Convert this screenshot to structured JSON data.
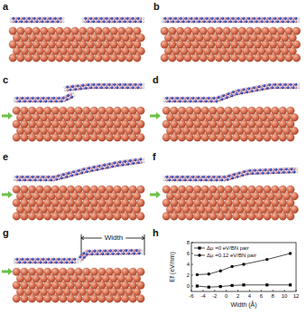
{
  "diagram": {
    "labels": [
      "a",
      "b",
      "c",
      "d",
      "e",
      "f",
      "g",
      "Width",
      "h",
      "0",
      "2",
      "4",
      "6",
      "8",
      "-6",
      "-4",
      "-2",
      "0",
      "2",
      "4",
      "6",
      "8",
      "10",
      "12",
      "Ef (eV/nm)",
      "Width (Å)"
    ],
    "legend": [
      {
        "text": "Δμ =0 eV/BN pair"
      },
      {
        "text": "Δμ =0.12 eV/BN pair"
      }
    ]
  }
}
